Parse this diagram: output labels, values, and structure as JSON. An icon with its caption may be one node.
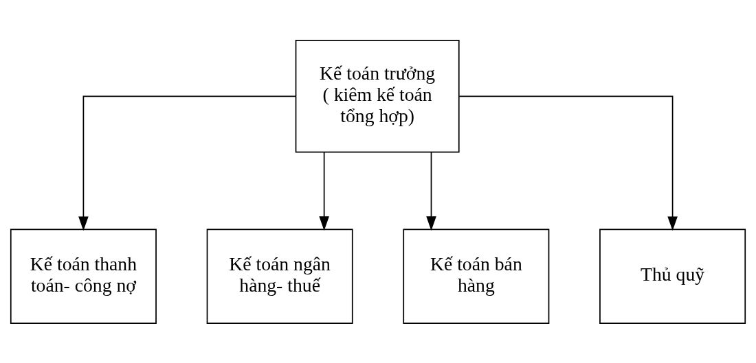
{
  "diagram": {
    "nodes": [
      {
        "text": [
          "Kế toán trưởng ( kiêm kế toán tổng hợp)"
        ]
      },
      {
        "text": [
          "Kế toán thanh toán- công nợ"
        ]
      },
      {
        "text": [
          "Kế toán ngân hàng- thuế"
        ]
      },
      {
        "text": [
          "Kế toán bán hàng"
        ]
      },
      {
        "text": [
          "Thủ quỹ"
        ]
      }
    ],
    "edges": [
      {
        "from": 0,
        "to": 1,
        "arrow": "to"
      },
      {
        "from": 0,
        "to": 2,
        "arrow": "to"
      },
      {
        "from": 0,
        "to": 3,
        "arrow": "to"
      },
      {
        "from": 0,
        "to": 4,
        "arrow": "to"
      }
    ]
  }
}
